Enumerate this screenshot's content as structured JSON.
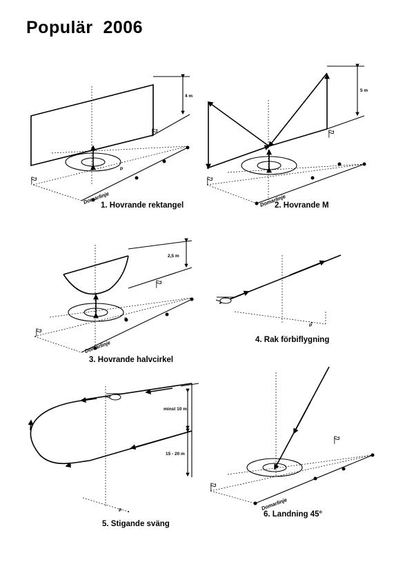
{
  "title": "Populär  2006",
  "judge_line_label": "Domarlinje",
  "pilot_marker": "P",
  "maneuvers": [
    {
      "caption": "1. Hovrande rektangel",
      "height_label": "4 m"
    },
    {
      "caption": "2. Hovrande M",
      "height_label": "5 m"
    },
    {
      "caption": "3. Hovrande halvcirkel",
      "height_label": "2,5 m"
    },
    {
      "caption": "4. Rak förbiflygning"
    },
    {
      "caption": "5. Stigande sväng",
      "height_label": "minst 10 m",
      "height_label_2": "15 - 20 m"
    },
    {
      "caption": "6. Landning 45°"
    }
  ],
  "icons": [
    "flag-icon",
    "helicopter-icon",
    "arrow-icon",
    "height-dimension-icon"
  ]
}
